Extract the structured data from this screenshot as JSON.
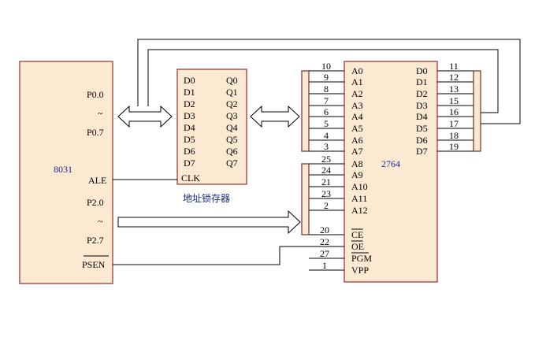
{
  "chip_8031": {
    "name": "8031",
    "p00": "P0.0",
    "tilde1": "~",
    "p07": "P0.7",
    "ale": "ALE",
    "p20": "P2.0",
    "tilde2": "~",
    "p27": "P2.7",
    "psen": "PSEN"
  },
  "latch": {
    "name": "地址锁存器",
    "d_pins": [
      "D0",
      "D1",
      "D2",
      "D3",
      "D4",
      "D5",
      "D6",
      "D7"
    ],
    "q_pins": [
      "Q0",
      "Q1",
      "Q2",
      "Q3",
      "Q4",
      "Q5",
      "Q6",
      "Q7"
    ],
    "clk": "CLK"
  },
  "chip_2764": {
    "name": "2764",
    "addr_labels": [
      "A0",
      "A1",
      "A2",
      "A3",
      "A4",
      "A5",
      "A6",
      "A7",
      "A8",
      "A9",
      "A10",
      "A11",
      "A12"
    ],
    "addr_pins": [
      "10",
      "9",
      "8",
      "7",
      "6",
      "5",
      "4",
      "3",
      "25",
      "24",
      "21",
      "23",
      "2"
    ],
    "data_labels": [
      "D0",
      "D1",
      "D2",
      "D3",
      "D4",
      "D5",
      "D6",
      "D7"
    ],
    "data_pins": [
      "11",
      "12",
      "13",
      "15",
      "16",
      "17",
      "18",
      "19"
    ],
    "control_labels": [
      "CE",
      "OE",
      "PGM",
      "VPP"
    ],
    "control_pins": [
      "20",
      "22",
      "27",
      "1"
    ]
  },
  "colors": {
    "chip_fill": "#fbe9d2",
    "chip_border": "#9b3a3a",
    "label_blue": "#1b2a8a"
  }
}
